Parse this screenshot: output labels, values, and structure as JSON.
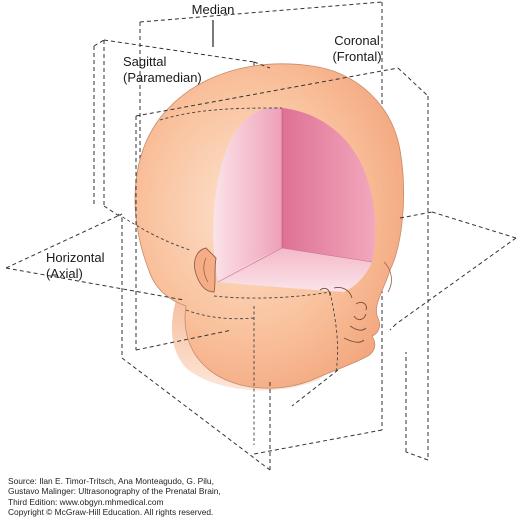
{
  "planes": {
    "median": "Median",
    "sagittal": [
      "Sagittal",
      "(Paramedian)"
    ],
    "coronal": [
      "Coronal",
      "(Frontal)"
    ],
    "horizontal": [
      "Horizontal",
      "(Axial)"
    ]
  },
  "source": [
    "Source: Ilan E. Timor-Tritsch, Ana Monteagudo, G. Pilu,",
    "Gustavo Malinger: Ultrasonography of the Prenatal Brain,",
    "Third Edition: www.obgyn.mhmedical.com",
    "Copyright © McGraw-Hill Education. All rights reserved."
  ],
  "colors": {
    "skin_light": "#fde3cf",
    "skin_mid": "#f9c19c",
    "skin_dark": "#f2a57c",
    "brain_light": "#f6c6d2",
    "brain_dark": "#e07596",
    "plane_line": "#333333"
  }
}
